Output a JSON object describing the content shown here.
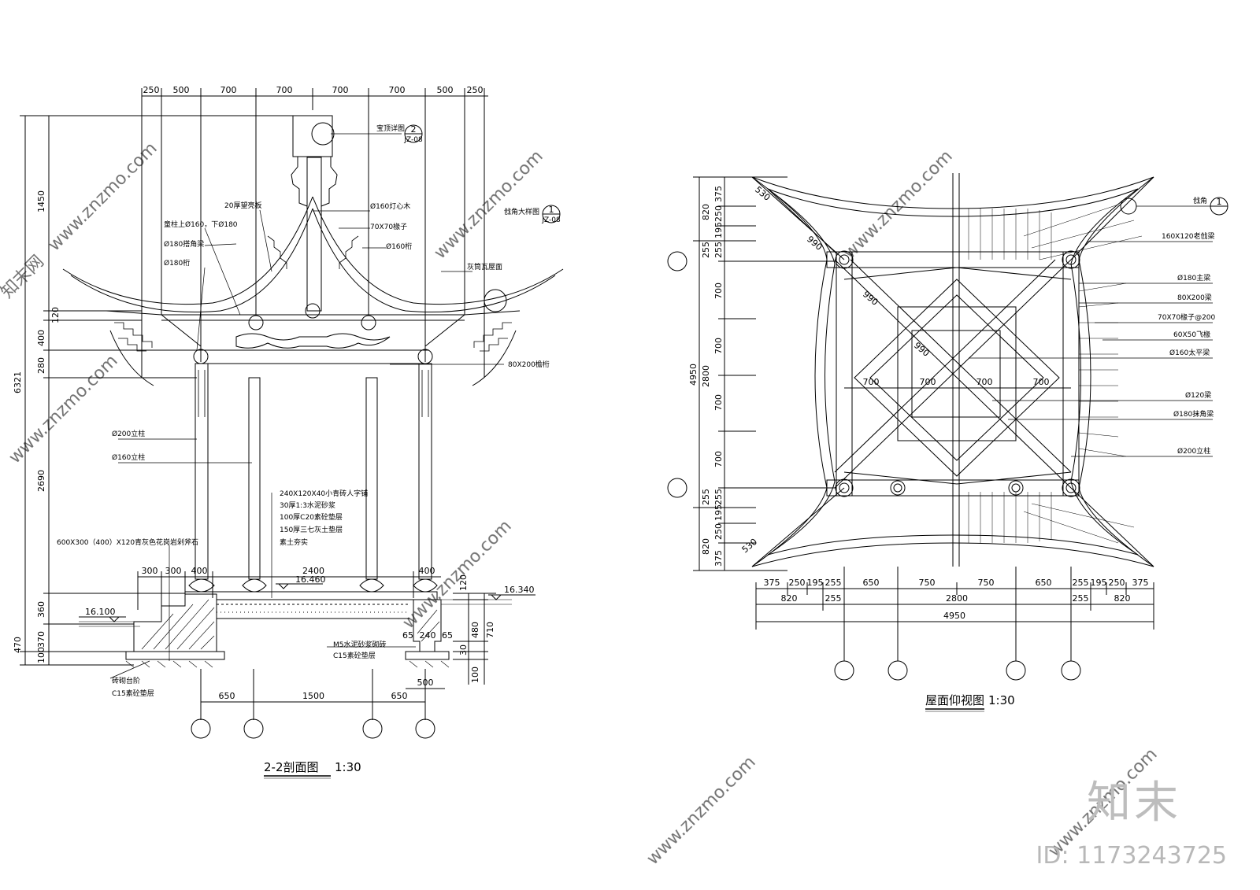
{
  "section": {
    "title": "2-2剖面图",
    "scale": "1:30",
    "top_dims": [
      "250",
      "500",
      "700",
      "700",
      "700",
      "700",
      "500",
      "250"
    ],
    "left_dims": [
      "1450",
      "120",
      "400",
      "280",
      "2690",
      "360",
      "370",
      "100"
    ],
    "left_total": "6321",
    "left_sub": "470",
    "bottom_dims": [
      "650",
      "1500",
      "650"
    ],
    "base_dims": [
      "300",
      "300",
      "400",
      "2400",
      "400"
    ],
    "right_dims": [
      "120",
      "480",
      "710",
      "30",
      "100"
    ],
    "foot_dims": [
      "65",
      "240",
      "65",
      "500"
    ],
    "levels": [
      "16.460",
      "16.340",
      "16.100"
    ],
    "notes": {
      "finial": "宝顶详图",
      "finial_ref": "2",
      "finial_sheet": "JZ-08",
      "board": "20厚望亮板",
      "column_spec": "童柱上Ø160，下Ø180",
      "hip_beam": "Ø180搭角梁",
      "purlin1": "Ø180桁",
      "center_post": "Ø160灯心木",
      "rafter": "70X70椽子",
      "purlin2": "Ø160桁",
      "corner_ref_label": "戗角大样图",
      "corner_ref": "1",
      "corner_sheet": "JZ-08",
      "tile": "灰筒瓦屋面",
      "eave_purlin": "80X200檐桁",
      "col200": "Ø200立柱",
      "col160": "Ø160立柱",
      "floor1": "240X120X40小青砖人字铺",
      "floor2": "30厚1:3水泥砂浆",
      "floor3": "100厚C20素砼垫层",
      "floor4": "150厚三七灰土垫层",
      "floor5": "素土夯实",
      "stone": "600X300（400）X120青灰色花岗岩剁斧石",
      "brick": "M5水泥砂浆砌砖",
      "c15a": "C15素砼垫层",
      "step": "砖砌台阶",
      "c15b": "C15素砼垫层"
    }
  },
  "plan": {
    "title": "屋面仰视图",
    "scale": "1:30",
    "left_dims": [
      "375",
      "250",
      "195",
      "255",
      "700",
      "700",
      "700",
      "700",
      "255",
      "195",
      "250",
      "375"
    ],
    "left_groups": [
      "820",
      "255",
      "2800",
      "255",
      "820"
    ],
    "left_total": "4950",
    "bottom_dims": [
      "375",
      "250",
      "195",
      "255",
      "650",
      "750",
      "750",
      "650",
      "255",
      "195",
      "250",
      "375"
    ],
    "bottom_groups": [
      "820",
      "255",
      "2800",
      "255",
      "820"
    ],
    "bottom_total": "4950",
    "inner_dims": [
      "700",
      "700",
      "700",
      "700"
    ],
    "diag_dims": [
      "530",
      "990",
      "990",
      "990",
      "530"
    ],
    "notes": {
      "corner": "戗角",
      "corner_ref": "1",
      "lao": "160X120老戗梁",
      "main_beam": "Ø180主梁",
      "beam80": "80X200梁",
      "rafter": "70X70椽子@200",
      "fly_rafter": "60X50飞椽",
      "taiping": "Ø160太平梁",
      "beam120": "Ø120梁",
      "hip": "Ø180抹角梁",
      "col": "Ø200立柱"
    }
  },
  "watermark": {
    "site": "www.znzmo.com",
    "brand_cn": "知末网",
    "brand": "知末",
    "id": "ID: 1173243725"
  }
}
